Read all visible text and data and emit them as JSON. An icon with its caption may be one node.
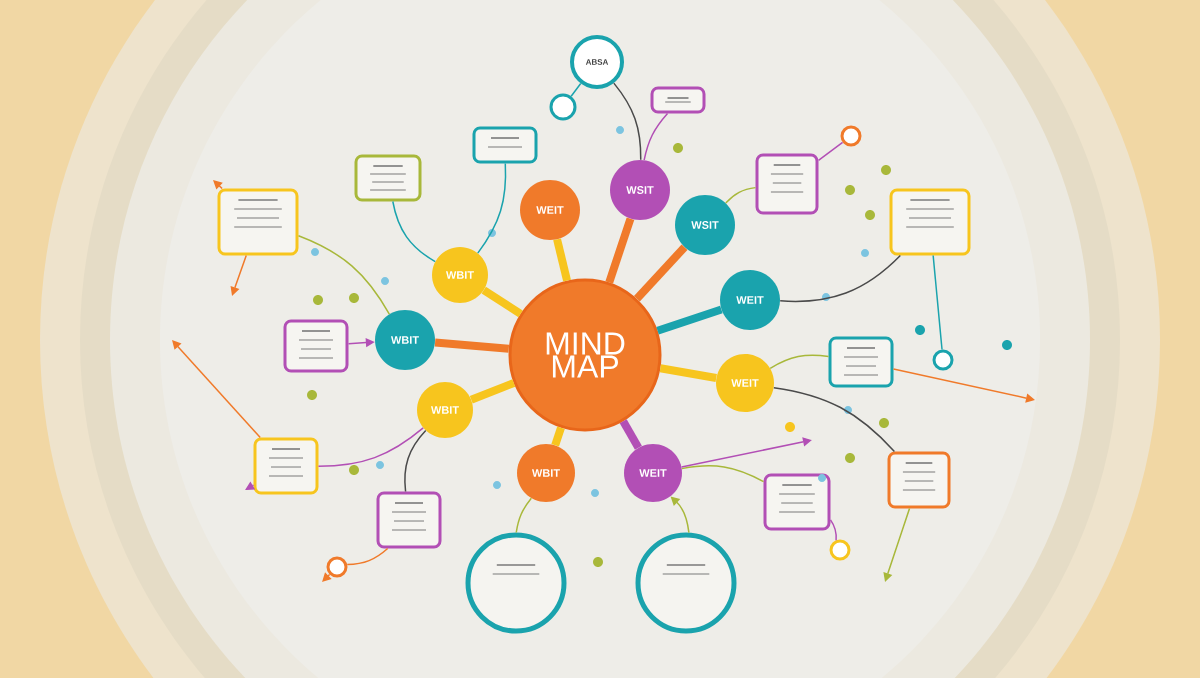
{
  "diagram": {
    "nodes": [
      {
        "text": [
          "MIND MAP"
        ]
      },
      {
        "text": [
          "WEIT"
        ]
      },
      {
        "text": [
          "WSIT"
        ]
      },
      {
        "text": [
          "WSIT"
        ]
      },
      {
        "text": [
          "WEIT"
        ]
      },
      {
        "text": [
          "WEIT"
        ]
      },
      {
        "text": [
          "WEIT"
        ]
      },
      {
        "text": [
          "WBIT"
        ]
      },
      {
        "text": [
          "WBIT"
        ]
      },
      {
        "text": [
          "WBIT"
        ]
      },
      {
        "text": [
          "WBIT"
        ]
      },
      {
        "text": [
          "ABSA"
        ]
      },
      {
        "text": [],
        "shape": "circle"
      },
      {
        "text": [],
        "shape": "box"
      },
      {
        "text": [],
        "shape": "box"
      },
      {
        "text": [],
        "shape": "box"
      },
      {
        "text": [],
        "shape": "box"
      },
      {
        "text": [],
        "shape": "box"
      },
      {
        "text": [],
        "shape": "box"
      },
      {
        "text": [],
        "shape": "box"
      },
      {
        "text": [],
        "shape": "box"
      },
      {
        "text": [],
        "shape": "box"
      },
      {
        "text": [],
        "shape": "box"
      },
      {
        "text": [],
        "shape": "box"
      },
      {
        "text": [],
        "shape": "box"
      },
      {
        "text": [],
        "shape": "circle"
      },
      {
        "text": [],
        "shape": "circle"
      },
      {
        "text": [],
        "shape": "circle"
      },
      {
        "text": [],
        "shape": "circle"
      },
      {
        "text": [],
        "shape": "circle"
      },
      {
        "text": [],
        "shape": "circle"
      }
    ],
    "edges": [
      {
        "from": 0,
        "to": 1,
        "arrow": "none",
        "style": "thick",
        "color": "#f7c51e"
      },
      {
        "from": 0,
        "to": 2,
        "arrow": "none",
        "style": "thick",
        "color": "#f07a2a"
      },
      {
        "from": 0,
        "to": 3,
        "arrow": "none",
        "style": "thick",
        "color": "#f07a2a"
      },
      {
        "from": 0,
        "to": 4,
        "arrow": "none",
        "style": "thick",
        "color": "#1aa3ad"
      },
      {
        "from": 0,
        "to": 5,
        "arrow": "none",
        "style": "thick",
        "color": "#f7c51e"
      },
      {
        "from": 0,
        "to": 6,
        "arrow": "none",
        "style": "thick",
        "color": "#b24fb5"
      },
      {
        "from": 0,
        "to": 7,
        "arrow": "none",
        "style": "thick",
        "color": "#f7c51e"
      },
      {
        "from": 0,
        "to": 8,
        "arrow": "none",
        "style": "thick",
        "color": "#f7c51e"
      },
      {
        "from": 0,
        "to": 9,
        "arrow": "none",
        "style": "thick",
        "color": "#f07a2a"
      },
      {
        "from": 0,
        "to": 10,
        "arrow": "none",
        "style": "thick",
        "color": "#f7c51e"
      },
      {
        "from": 12,
        "to": 11,
        "arrow": "none",
        "color": "#1aa3ad"
      },
      {
        "from": 11,
        "to": 2,
        "arrow": "none",
        "color": "#4a4a4a"
      },
      {
        "from": 13,
        "to": 2,
        "arrow": "none",
        "color": "#b24fb5"
      },
      {
        "from": 14,
        "to": 10,
        "arrow": "none",
        "color": "#1aa3ad"
      },
      {
        "from": 15,
        "to": 10,
        "arrow": "none",
        "color": "#1aa3ad"
      },
      {
        "from": 16,
        "to": 9,
        "arrow": "none",
        "color": "#a8b83a"
      },
      {
        "from": 17,
        "to": 9,
        "arrow": "to",
        "color": "#b24fb5"
      },
      {
        "from": 18,
        "to": 8,
        "arrow": "none",
        "color": "#b24fb5"
      },
      {
        "from": 19,
        "to": 8,
        "arrow": "none",
        "color": "#4a4a4a"
      },
      {
        "from": 20,
        "to": 3,
        "arrow": "none",
        "color": "#a8b83a"
      },
      {
        "from": 20,
        "to": 27,
        "arrow": "none",
        "color": "#b24fb5"
      },
      {
        "from": 21,
        "to": 4,
        "arrow": "none",
        "color": "#4a4a4a"
      },
      {
        "from": 21,
        "to": 28,
        "arrow": "none",
        "color": "#1aa3ad"
      },
      {
        "from": 22,
        "to": 5,
        "arrow": "none",
        "color": "#a8b83a"
      },
      {
        "from": 5,
        "to": 23,
        "arrow": "none",
        "color": "#4a4a4a"
      },
      {
        "from": 24,
        "to": 6,
        "arrow": "none",
        "color": "#a8b83a"
      },
      {
        "from": 24,
        "to": 29,
        "arrow": "none",
        "color": "#b24fb5"
      },
      {
        "from": 25,
        "to": 7,
        "arrow": "none",
        "color": "#a8b83a"
      },
      {
        "from": 26,
        "to": 6,
        "arrow": "to",
        "color": "#a8b83a"
      },
      {
        "from": 19,
        "to": 30,
        "arrow": "none",
        "color": "#f07a2a"
      },
      {
        "from": 16,
        "to": null,
        "arrow": "to",
        "color": "#f07a2a"
      },
      {
        "from": 18,
        "to": null,
        "arrow": "to",
        "color": "#f07a2a"
      },
      {
        "from": 16,
        "to": null,
        "arrow": "to",
        "color": "#f07a2a"
      },
      {
        "from": 30,
        "to": null,
        "arrow": "to",
        "color": "#f07a2a"
      },
      {
        "from": 18,
        "to": null,
        "arrow": "to",
        "color": "#b24fb5"
      },
      {
        "from": 6,
        "to": null,
        "arrow": "to",
        "color": "#b24fb5"
      },
      {
        "from": 22,
        "to": null,
        "arrow": "to",
        "color": "#f07a2a"
      },
      {
        "from": 23,
        "to": null,
        "arrow": "to",
        "color": "#a8b83a"
      }
    ]
  }
}
